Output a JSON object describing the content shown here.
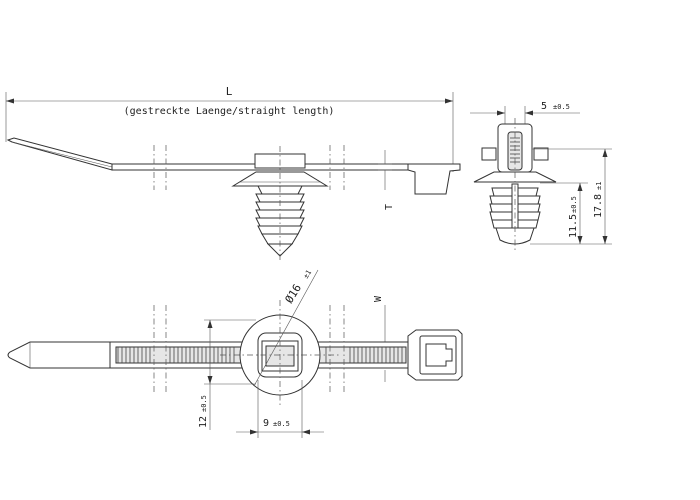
{
  "labels": {
    "length_symbol": "L",
    "length_note": "(gestreckte Laenge/straight length)",
    "thickness_symbol": "T",
    "width_symbol": "W",
    "head_width_value": "5",
    "head_width_tol": "±0.5",
    "base_height_value": "11.5",
    "base_height_tol": "±0.5",
    "total_height_value": "17.8",
    "total_height_tol": "±1",
    "disc_diameter_value": "Ø16",
    "disc_diameter_tol": "±1",
    "plate_height_value": "12",
    "plate_height_tol": "±0.5",
    "plate_width_value": "9",
    "plate_width_tol": "±0.5"
  },
  "colors": {
    "line": "#333333",
    "fill_grey": "#e6e6e6"
  }
}
